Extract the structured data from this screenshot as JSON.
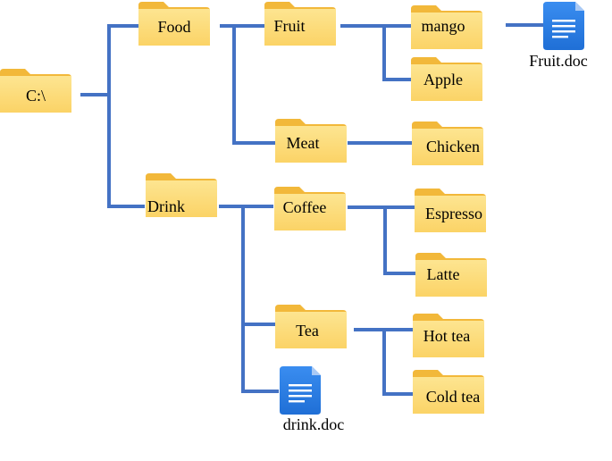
{
  "colors": {
    "connector": "#4472c4",
    "folder_back": "#f2b83a",
    "folder_front_top": "#fde591",
    "folder_front_bottom": "#fbd366",
    "doc_blue": "#2a7be4"
  },
  "icons": {
    "folder": "folder-icon",
    "document": "document-icon"
  },
  "tree": {
    "root": "C:\\",
    "food": {
      "label": "Food",
      "fruit": {
        "label": "Fruit",
        "mango": "mango",
        "apple": "Apple",
        "file": "Fruit.doc"
      },
      "meat": {
        "label": "Meat",
        "chicken": "Chicken"
      }
    },
    "drink": {
      "label": "Drink",
      "coffee": {
        "label": "Coffee",
        "espresso": "Espresso",
        "latte": "Latte"
      },
      "tea": {
        "label": "Tea",
        "hot": "Hot tea",
        "cold": "Cold tea"
      },
      "file": "drink.doc"
    }
  }
}
